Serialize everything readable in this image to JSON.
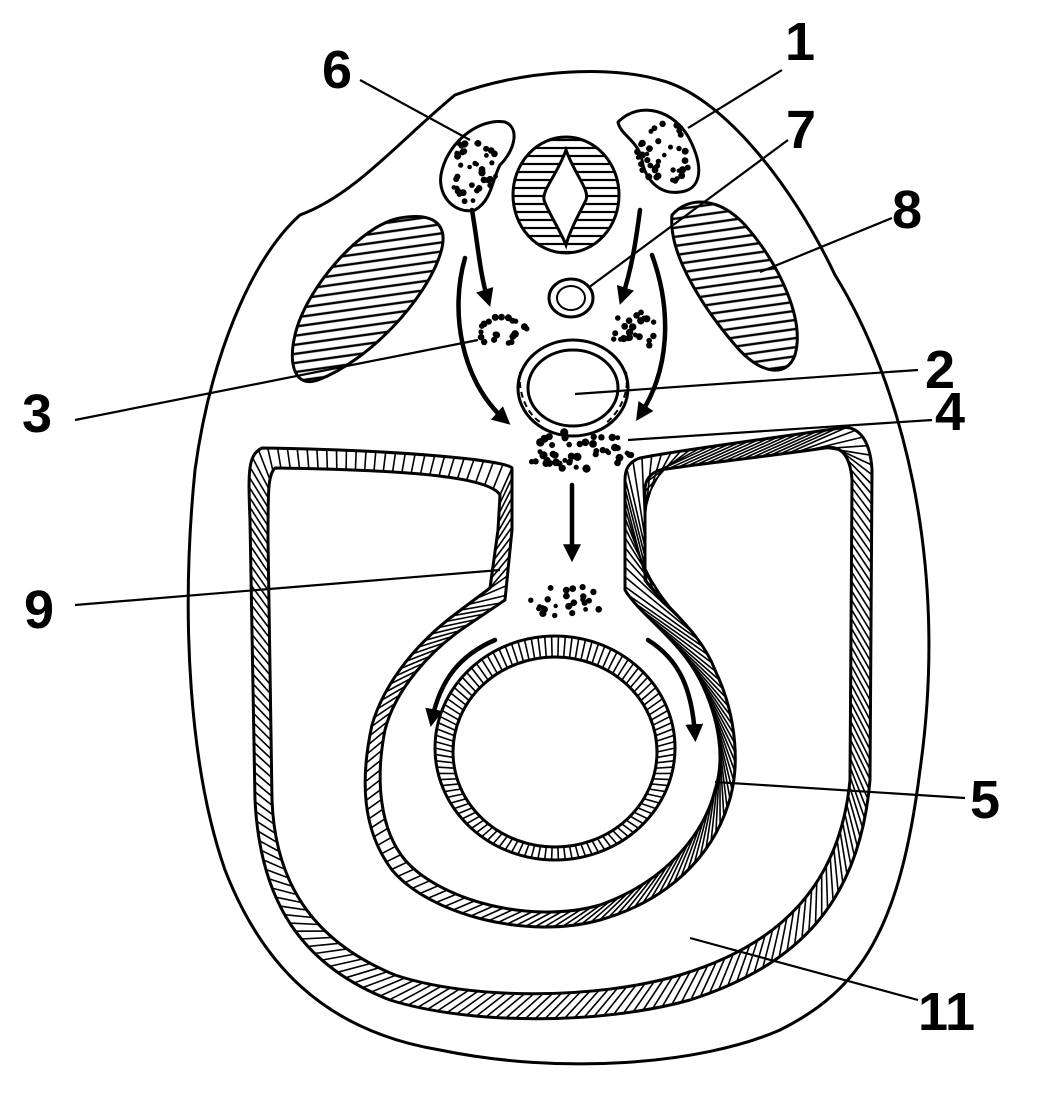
{
  "labels": {
    "l1": "1",
    "l2": "2",
    "l3": "3",
    "l4": "4",
    "l5": "5",
    "l6": "6",
    "l7": "7",
    "l8": "8",
    "l9": "9",
    "l11": "11"
  }
}
